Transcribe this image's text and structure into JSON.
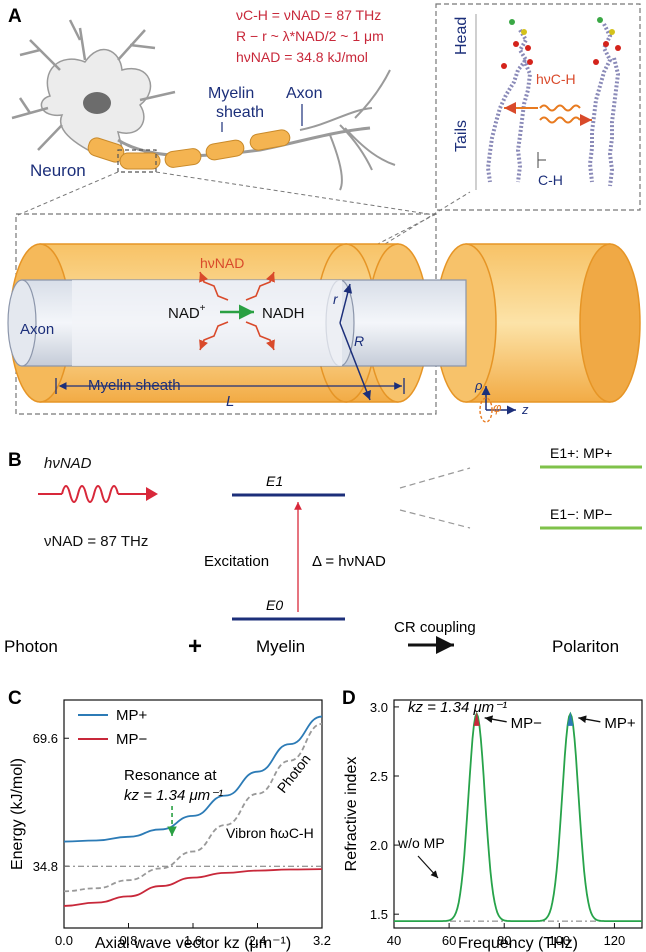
{
  "panel_a": {
    "label": "A",
    "eq1": "νC-H = νNAD = 87 THz",
    "eq2": "R − r ~ λ*NAD/2 ~ 1 μm",
    "eq3": "hνNAD = 34.8 kJ/mol",
    "neuron": "Neuron",
    "myelin_sheath_top": "Myelin sheath",
    "axon_top": "Axon",
    "head": "Head",
    "tails": "Tails",
    "hv_ch": "hνC-H",
    "ch": "C-H",
    "hv_nad": "hνNAD",
    "nad_plus": "NAD+",
    "nadh": "NADH",
    "r": "r",
    "R": "R",
    "axon": "Axon",
    "myelin_sheath": "Myelin sheath",
    "L": "L",
    "rho": "ρ",
    "phi": "φ",
    "z": "z"
  },
  "panel_b": {
    "label": "B",
    "hv_nad": "hνNAD",
    "nu_nad": "νNAD = 87 THz",
    "E1": "E1",
    "E0": "E0",
    "excitation": "Excitation",
    "delta": "Δ = hνNAD",
    "mp_plus": "E1+: MP+",
    "mp_minus": "E1−: MP−",
    "photon": "Photon",
    "plus": "+",
    "myelin": "Myelin",
    "cr": "CR coupling",
    "polariton": "Polariton"
  },
  "chart_data": [
    {
      "label": "C",
      "type": "line",
      "xlabel": "Axial wave vector kz (μm⁻¹)",
      "ylabel": "Energy (kJ/mol)",
      "xlim": [
        0,
        3.2
      ],
      "ylim": [
        18,
        80
      ],
      "xticks": [
        "0.0",
        "0.8",
        "1.6",
        "2.4",
        "3.2"
      ],
      "yticks": [
        "34.8",
        "69.6"
      ],
      "series": [
        {
          "name": "MP+",
          "color": "#2c7bb6",
          "x": [
            0,
            0.4,
            0.8,
            1.2,
            1.6,
            2.0,
            2.4,
            2.8,
            3.2
          ],
          "y": [
            41.5,
            41.8,
            42.8,
            44.8,
            48.5,
            54,
            60.5,
            68,
            75.5
          ]
        },
        {
          "name": "MP−",
          "color": "#c8283a",
          "x": [
            0,
            0.4,
            0.8,
            1.2,
            1.6,
            2.0,
            2.4,
            2.8,
            3.2
          ],
          "y": [
            24,
            24.9,
            26.6,
            29.4,
            31.7,
            33.0,
            33.6,
            33.9,
            34.0
          ]
        },
        {
          "color": "#999999",
          "x": [
            0,
            0.4,
            0.8,
            1.2,
            1.6,
            2.0,
            2.4,
            2.8,
            3.2
          ],
          "y": [
            28,
            28.8,
            31,
            34.2,
            38.8,
            46,
            54.5,
            63.5,
            73.5
          ]
        }
      ],
      "vibron_level": 34.8,
      "annotations": {
        "resonance": "Resonance at",
        "resonance_k": "kz = 1.34 μm⁻¹",
        "photon": "Photon",
        "vibron": "Vibron ħωC-H"
      }
    },
    {
      "label": "D",
      "type": "line",
      "xlabel": "Frequency (THz)",
      "ylabel": "Refractive index",
      "xlim": [
        40,
        130
      ],
      "ylim": [
        1.4,
        3.05
      ],
      "xticks": [
        "40",
        "60",
        "80",
        "100",
        "120"
      ],
      "yticks": [
        "1.5",
        "2.0",
        "2.5",
        "3.0"
      ],
      "baseline": 1.45,
      "peaks": [
        {
          "center": 70,
          "height": 2.95,
          "label": "MP−",
          "color": "#c8283a"
        },
        {
          "center": 104,
          "height": 2.95,
          "label": "MP+",
          "color": "#2c7bb6"
        }
      ],
      "curve_color": "#27a34a",
      "annotations": {
        "kz": "kz = 1.34 μm⁻¹",
        "wo_mp": "w/o MP"
      }
    }
  ]
}
